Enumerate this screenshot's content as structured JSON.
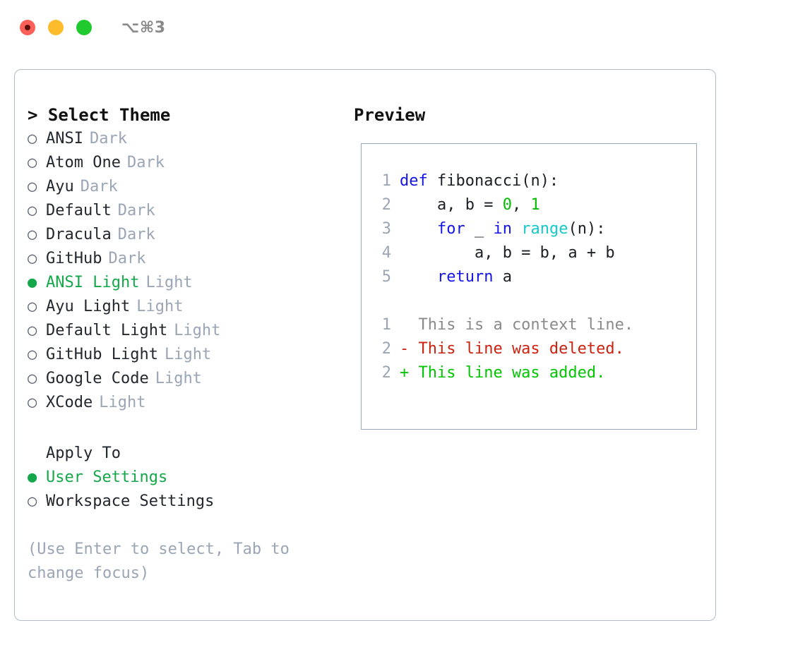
{
  "titlebar": {
    "shortcut": "⌥⌘3",
    "lights": [
      "close-red",
      "minimize-yellow",
      "maximize-green"
    ]
  },
  "left": {
    "heading": "> Select Theme",
    "themes": [
      {
        "marker": "○",
        "name": "ANSI",
        "category": "Dark",
        "selected": false
      },
      {
        "marker": "○",
        "name": "Atom One",
        "category": "Dark",
        "selected": false
      },
      {
        "marker": "○",
        "name": "Ayu",
        "category": "Dark",
        "selected": false
      },
      {
        "marker": "○",
        "name": "Default",
        "category": "Dark",
        "selected": false
      },
      {
        "marker": "○",
        "name": "Dracula",
        "category": "Dark",
        "selected": false
      },
      {
        "marker": "○",
        "name": "GitHub",
        "category": "Dark",
        "selected": false
      },
      {
        "marker": "●",
        "name": "ANSI Light",
        "category": "Light",
        "selected": true
      },
      {
        "marker": "○",
        "name": "Ayu Light",
        "category": "Light",
        "selected": false
      },
      {
        "marker": "○",
        "name": "Default Light",
        "category": "Light",
        "selected": false
      },
      {
        "marker": "○",
        "name": "GitHub Light",
        "category": "Light",
        "selected": false
      },
      {
        "marker": "○",
        "name": "Google Code",
        "category": "Light",
        "selected": false
      },
      {
        "marker": "○",
        "name": "XCode",
        "category": "Light",
        "selected": false
      }
    ],
    "apply_to_label": "Apply To",
    "apply_to_options": [
      {
        "marker": "●",
        "name": "User Settings",
        "selected": true
      },
      {
        "marker": "○",
        "name": "Workspace Settings",
        "selected": false
      }
    ],
    "hint": "(Use Enter to select, Tab to change focus)"
  },
  "right": {
    "preview_title": "Preview",
    "code_lines": [
      {
        "no": "1",
        "tokens": [
          {
            "t": "def",
            "c": "kw"
          },
          {
            "t": " fibonacci(n):",
            "c": "txt"
          }
        ]
      },
      {
        "no": "2",
        "tokens": [
          {
            "t": "    a, b = ",
            "c": "txt"
          },
          {
            "t": "0",
            "c": "num"
          },
          {
            "t": ", ",
            "c": "txt"
          },
          {
            "t": "1",
            "c": "num"
          }
        ]
      },
      {
        "no": "3",
        "tokens": [
          {
            "t": "    ",
            "c": "txt"
          },
          {
            "t": "for",
            "c": "kw"
          },
          {
            "t": " _ ",
            "c": "txt"
          },
          {
            "t": "in",
            "c": "kw"
          },
          {
            "t": " ",
            "c": "txt"
          },
          {
            "t": "range",
            "c": "fn"
          },
          {
            "t": "(n):",
            "c": "txt"
          }
        ]
      },
      {
        "no": "4",
        "tokens": [
          {
            "t": "        a, b = b, a + b",
            "c": "txt"
          }
        ]
      },
      {
        "no": "5",
        "tokens": [
          {
            "t": "    ",
            "c": "txt"
          },
          {
            "t": "return",
            "c": "kw"
          },
          {
            "t": " a",
            "c": "txt"
          }
        ]
      }
    ],
    "diff_lines": [
      {
        "no": "1",
        "prefix": "  ",
        "text": "This is a context line.",
        "kind": "ctx"
      },
      {
        "no": "2",
        "prefix": "- ",
        "text": "This line was deleted.",
        "kind": "del"
      },
      {
        "no": "2",
        "prefix": "+ ",
        "text": "This line was added.",
        "kind": "add"
      }
    ]
  },
  "colors": {
    "accent_green": "#15a84a",
    "muted": "#9aa5b5",
    "border": "#b2bcc9",
    "code_border": "#9aa7b8",
    "keyword": "#1515e6",
    "number": "#04bb04",
    "function": "#14c9c9",
    "diff_delete": "#cc2211",
    "diff_add": "#04c404"
  }
}
